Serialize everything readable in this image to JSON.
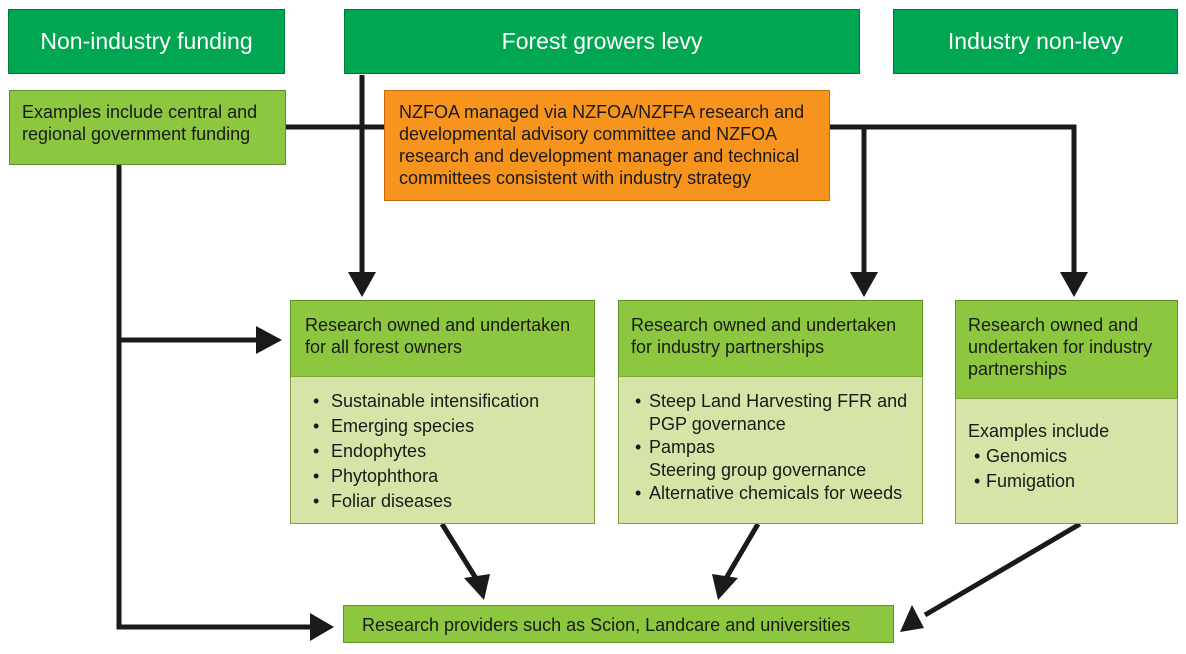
{
  "headers": {
    "non_industry": "Non-industry funding",
    "levy": "Forest growers levy",
    "industry_non_levy": "Industry non-levy"
  },
  "non_industry_examples": "Examples include central and regional government funding",
  "nzfoa_managed": "NZFOA managed via NZFOA/NZFFA research and developmental advisory committee and NZFOA research and development manager and technical committees consistent with industry strategy",
  "all_owners": {
    "title": "Research owned and undertaken for all forest owners",
    "items": [
      "Sustainable intensification",
      "Emerging species",
      "Endophytes",
      "Phytophthora",
      "Foliar diseases"
    ]
  },
  "partnerships": {
    "title": "Research owned and undertaken for industry partnerships",
    "items": [
      "Steep Land Harvesting FFR and PGP governance",
      "Pampas\nSteering group governance",
      "Alternative chemicals for weeds"
    ]
  },
  "industry_partnerships": {
    "title": "Research owned and undertaken for industry partnerships",
    "intro": "Examples include",
    "items": [
      "Genomics",
      "Fumigation"
    ]
  },
  "providers": "Research providers such as Scion, Landcare and universities",
  "colors": {
    "header_green": "#00a651",
    "mid_green": "#8dc63f",
    "light_green": "#d7e4a8",
    "orange": "#f7941d",
    "arrow": "#1a1a1a"
  }
}
